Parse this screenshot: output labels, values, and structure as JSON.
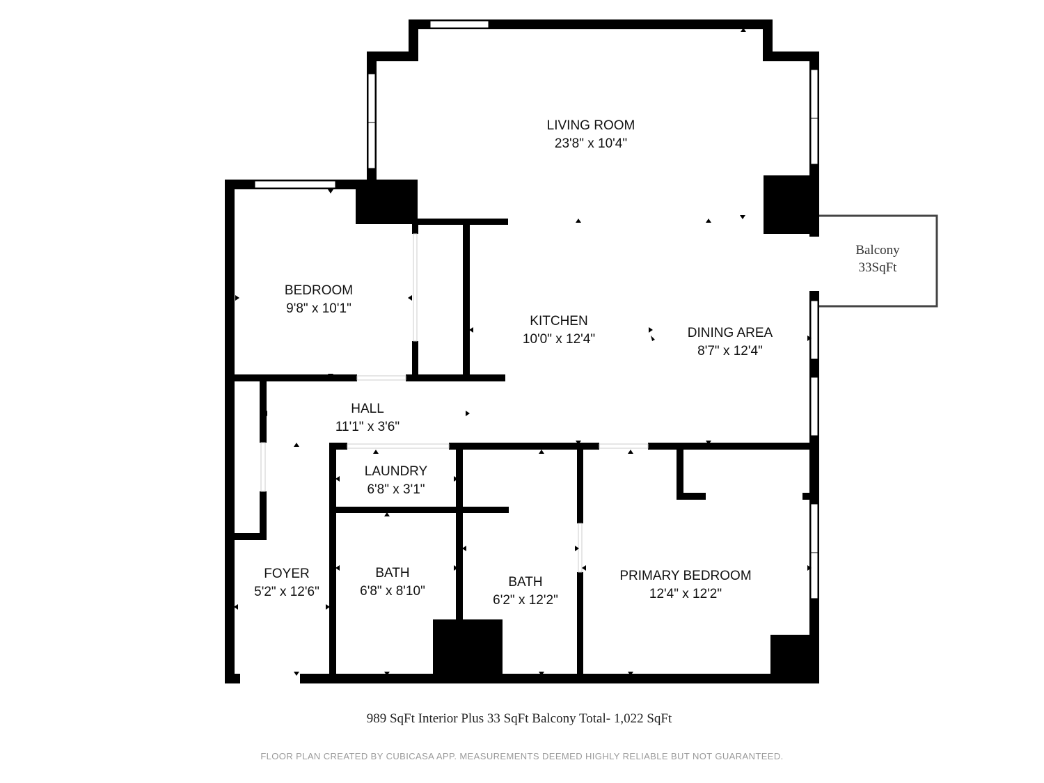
{
  "rooms": {
    "living_room": {
      "name": "LIVING ROOM",
      "dims": "23'8\" x 10'4\""
    },
    "bedroom": {
      "name": "BEDROOM",
      "dims": "9'8\" x 10'1\""
    },
    "kitchen": {
      "name": "KITCHEN",
      "dims": "10'0\" x 12'4\""
    },
    "dining_area": {
      "name": "DINING AREA",
      "dims": "8'7\" x 12'4\""
    },
    "hall": {
      "name": "HALL",
      "dims": "11'1\" x 3'6\""
    },
    "laundry": {
      "name": "LAUNDRY",
      "dims": "6'8\" x 3'1\""
    },
    "foyer": {
      "name": "FOYER",
      "dims": "5'2\" x 12'6\""
    },
    "bath_1": {
      "name": "BATH",
      "dims": "6'8\" x 8'10\""
    },
    "bath_2": {
      "name": "BATH",
      "dims": "6'2\" x 12'2\""
    },
    "primary_bedroom": {
      "name": "PRIMARY BEDROOM",
      "dims": "12'4\" x 12'2\""
    }
  },
  "balcony": {
    "name": "Balcony",
    "area": "33SqFt"
  },
  "footer": {
    "area_summary": "989 SqFt Interior Plus 33 SqFt Balcony Total- 1,022 SqFt",
    "disclaimer": "FLOOR PLAN CREATED BY CUBICASA APP. MEASUREMENTS DEEMED HIGHLY RELIABLE BUT NOT GUARANTEED."
  },
  "colors": {
    "wall": "#000000",
    "window": "#ffffff",
    "background": "#ffffff"
  }
}
